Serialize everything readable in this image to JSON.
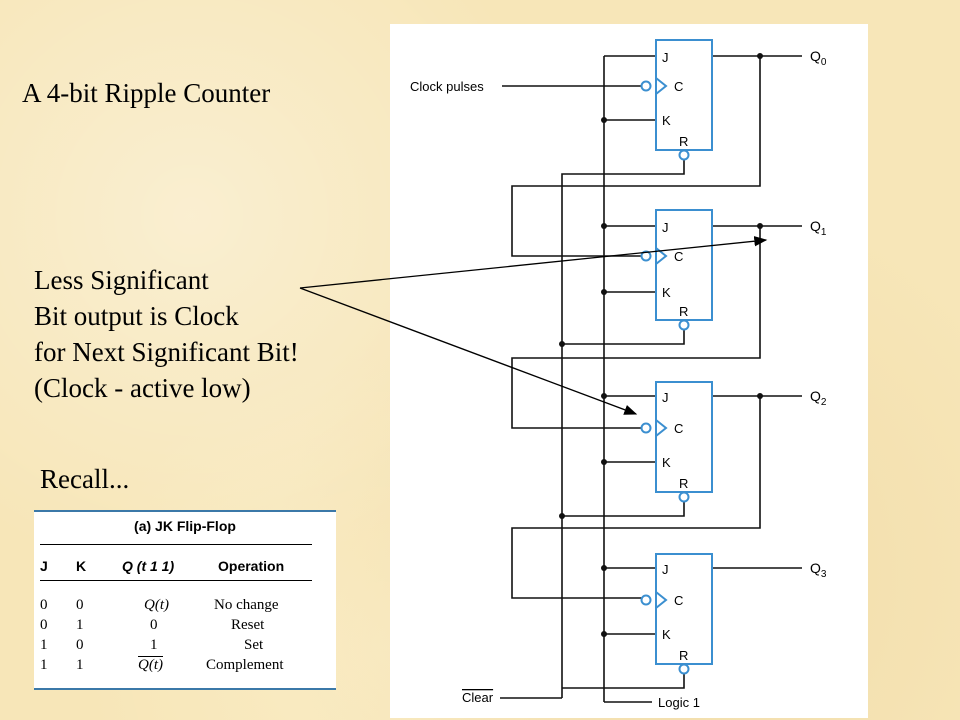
{
  "slide": {
    "title": "A 4-bit Ripple Counter",
    "note_lines": [
      "Less Significant",
      "Bit output is Clock",
      "for Next Significant Bit!",
      "(Clock - active low)"
    ],
    "recall": "Recall..."
  },
  "jk_table": {
    "title": "(a) JK Flip-Flop",
    "headers": [
      "J",
      "K",
      "Q (t 1 1)",
      "Operation"
    ],
    "rows": [
      [
        "0",
        "0",
        "Q(t)",
        "No change"
      ],
      [
        "0",
        "1",
        "0",
        "Reset"
      ],
      [
        "1",
        "0",
        "1",
        "Set"
      ],
      [
        "1",
        "1",
        "Q(t)",
        "Complement"
      ]
    ]
  },
  "diagram": {
    "clock_label": "Clock pulses",
    "clear_label": "Clear",
    "logic_label": "Logic 1",
    "pins": {
      "j": "J",
      "c": "C",
      "k": "K",
      "r": "R"
    },
    "outputs": [
      {
        "name": "Q",
        "sub": "0"
      },
      {
        "name": "Q",
        "sub": "1"
      },
      {
        "name": "Q",
        "sub": "2"
      },
      {
        "name": "Q",
        "sub": "3"
      }
    ]
  }
}
